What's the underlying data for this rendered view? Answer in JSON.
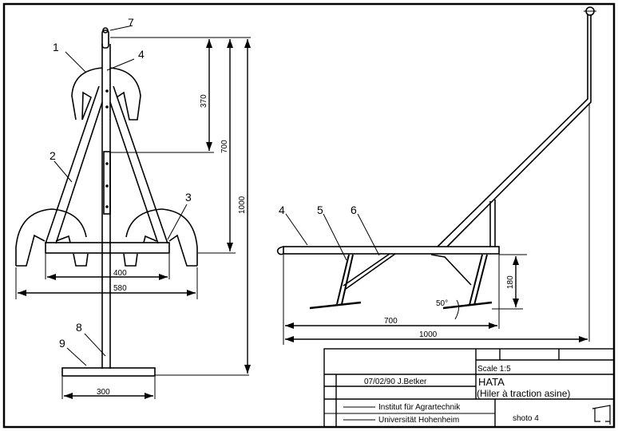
{
  "drawing": {
    "ink_color": "#000000",
    "paper_color": "#ffffff",
    "front_view": {
      "part_labels": [
        "1",
        "2",
        "3",
        "4",
        "7",
        "8",
        "9"
      ],
      "dimensions": {
        "height_370": "370",
        "height_700": "700",
        "height_1000": "1000",
        "width_400": "400",
        "width_580": "580",
        "base_300": "300"
      }
    },
    "side_view": {
      "part_labels": [
        "4",
        "5",
        "6"
      ],
      "dimensions": {
        "depth_180": "180",
        "length_700": "700",
        "length_1000": "1000",
        "angle": "50°"
      }
    }
  },
  "title_block": {
    "scale": "Scale 1:5",
    "date_author": "07/02/90 J.Betker",
    "title": "HATA",
    "subtitle": "(Hiler à traction asine)",
    "institute_line1": "Institut für Agrartechnik",
    "institute_line2": "Universität Hohenheim",
    "sheet": "shoto 4"
  }
}
